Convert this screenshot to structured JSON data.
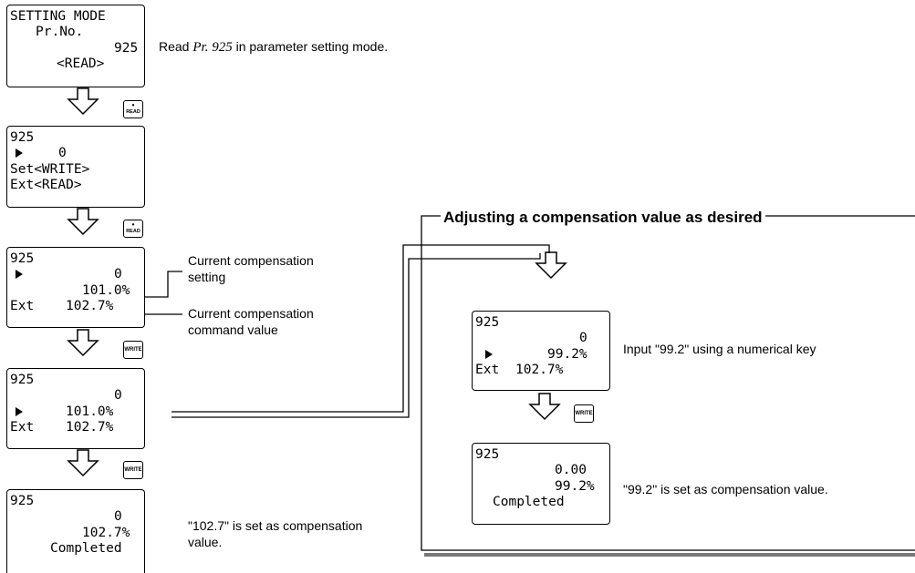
{
  "lcd1": {
    "l1": "SETTING MODE",
    "l2": "Pr.No.",
    "l3": "925",
    "l4": "<READ>"
  },
  "note1": {
    "pre": "Read ",
    "param": "Pr. 925",
    "post": " in parameter setting mode."
  },
  "key_read_1": {
    "dot": "•",
    "label": "READ"
  },
  "lcd2": {
    "l1": "925",
    "l2": "0",
    "l3": "Set<WRITE>",
    "l4": "Ext<READ>"
  },
  "key_read_2": {
    "dot": "•",
    "label": "READ"
  },
  "lcd3": {
    "l1": "925",
    "l2": "0",
    "l3": "101.0%",
    "l4a": "Ext",
    "l4b": "102.7%"
  },
  "note3a": {
    "line1": "Current compensation",
    "line2": "setting"
  },
  "note3b": {
    "line1": "Current compensation",
    "line2": "command value"
  },
  "key_write_1": {
    "label": "WRITE"
  },
  "lcd4": {
    "l1": "925",
    "l2": "0",
    "l3": "101.0%",
    "l4a": "Ext",
    "l4b": "102.7%"
  },
  "key_write_2": {
    "label": "WRITE"
  },
  "lcd5": {
    "l1": "925",
    "l2": "0",
    "l3": "102.7%",
    "l4": "Completed"
  },
  "note5": {
    "line1": "\"102.7\" is set as compensation",
    "line2": "value."
  },
  "frame": {
    "title": "Adjusting a compensation value as desired"
  },
  "lcd6": {
    "l1": "925",
    "l2": "0",
    "l3": "99.2%",
    "l4a": "Ext",
    "l4b": "102.7%"
  },
  "note6": {
    "text": "Input \"99.2\" using a numerical key"
  },
  "key_write_3": {
    "label": "WRITE"
  },
  "lcd7": {
    "l1": "925",
    "l2": "0.00",
    "l3": "99.2%",
    "l4": "Completed"
  },
  "note7": {
    "text": "\"99.2\" is set as compensation value."
  }
}
